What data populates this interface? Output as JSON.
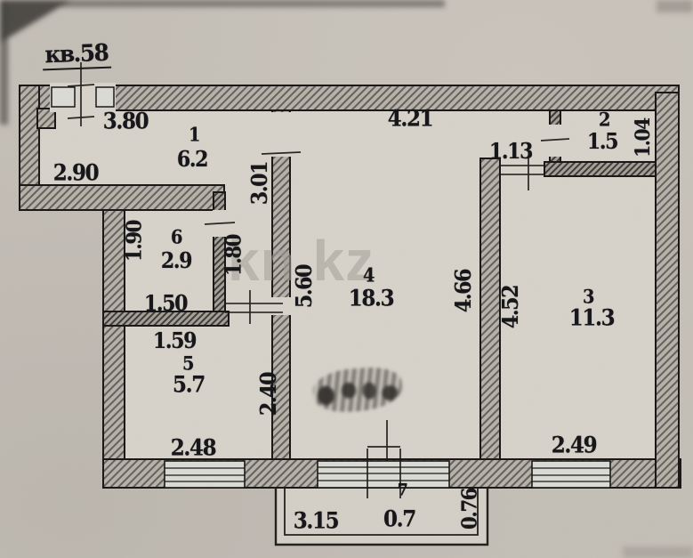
{
  "plan": {
    "apartment_label": "кв.58",
    "watermark": "kn.kz",
    "rooms": {
      "hallway": {
        "num": "1",
        "area": "6.2"
      },
      "wc": {
        "num": "2",
        "area": "1.5"
      },
      "bedroom": {
        "num": "3",
        "area": "11.3"
      },
      "living": {
        "num": "4",
        "area": "18.3"
      },
      "kitchen": {
        "num": "5",
        "area": "5.7"
      },
      "bathroom": {
        "num": "6",
        "area": "2.9"
      },
      "balcony": {
        "num": "7",
        "area": "0.7"
      }
    },
    "dims": {
      "hall_top": "3.80",
      "hall_left": "2.90",
      "living_top": "4.21",
      "hall_living_wall": "3.01",
      "nook_width": "1.13",
      "wc_side": "1.04",
      "living_left": "5.60",
      "living_right": "4.66",
      "bedroom_left": "4.52",
      "bedroom_window": "2.49",
      "bathroom_side": "1.90",
      "bathroom_width": "1.50",
      "corridor": "1.80",
      "kitchen_top": "1.59",
      "kitchen_side": "2.40",
      "kitchen_window": "2.48",
      "balcony_width": "3.15",
      "balcony_depth": "0.76"
    }
  }
}
